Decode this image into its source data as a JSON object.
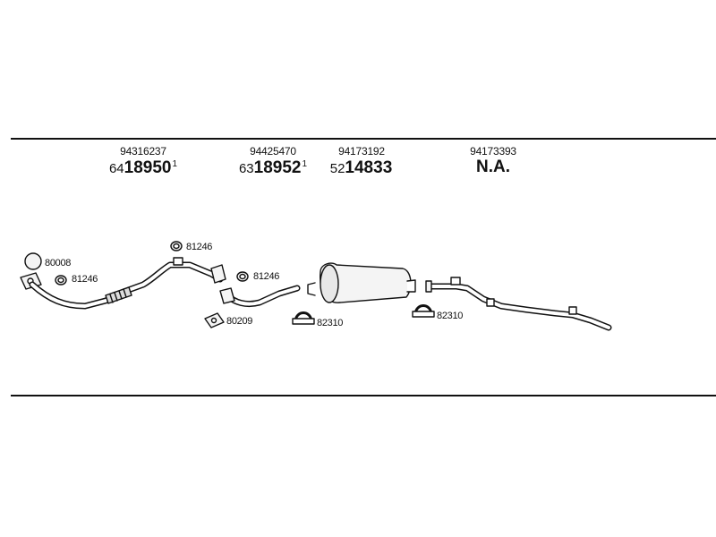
{
  "columns": [
    {
      "oem": "94316237",
      "ref_prefix": "64",
      "ref_main": "18950",
      "ref_suffix": "1"
    },
    {
      "oem": "94425470",
      "ref_prefix": "63",
      "ref_main": "18952",
      "ref_suffix": "1"
    },
    {
      "oem": "94173192",
      "ref_prefix": "52",
      "ref_main": "14833",
      "ref_suffix": ""
    },
    {
      "oem": "94173393",
      "na": "N.A."
    }
  ],
  "labels": {
    "seal_ring": "80008",
    "gasket_front": "81246",
    "gasket_mid": "81246",
    "gasket_rear": "81246",
    "flange_gasket": "80209",
    "clamp_mid": "82310",
    "clamp_rear": "82310"
  },
  "colors": {
    "line": "#111111",
    "part_fill": "#f4f4f4"
  }
}
